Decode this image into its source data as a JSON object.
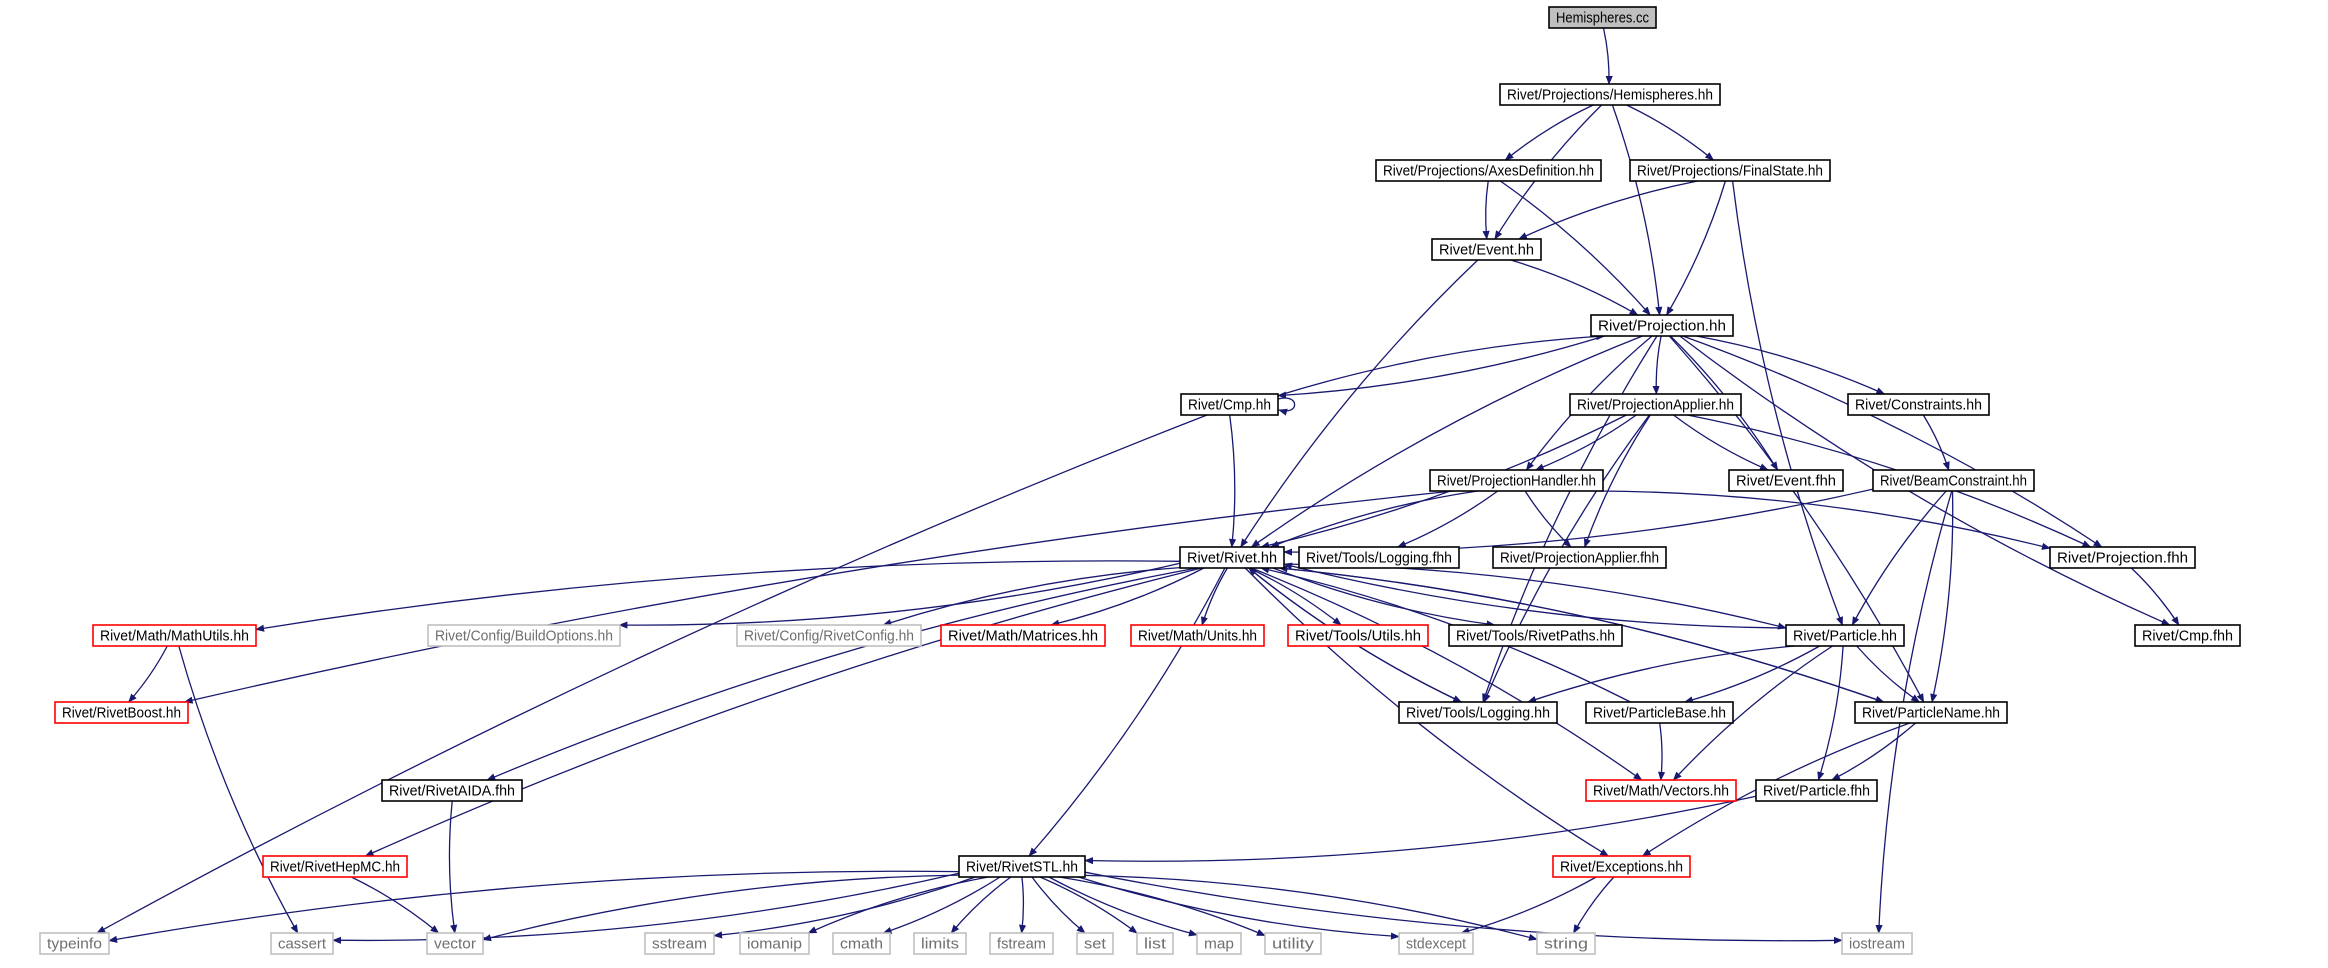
{
  "colors": {
    "edge": "#191970",
    "border_normal": "#000000",
    "border_missing": "#ff0000",
    "border_system": "#bfbfbf",
    "fill_root": "#bfbfbf",
    "fill_normal": "#ffffff"
  },
  "nodes": [
    {
      "id": "hemispheres_cc",
      "label": "Hemispheres.cc",
      "style": "root"
    },
    {
      "id": "hemispheres_hh",
      "label": "Rivet/Projections/Hemispheres.hh",
      "style": "normal"
    },
    {
      "id": "axesdefinition",
      "label": "Rivet/Projections/AxesDefinition.hh",
      "style": "normal"
    },
    {
      "id": "finalstate",
      "label": "Rivet/Projections/FinalState.hh",
      "style": "normal"
    },
    {
      "id": "event_hh",
      "label": "Rivet/Event.hh",
      "style": "normal"
    },
    {
      "id": "projection_hh",
      "label": "Rivet/Projection.hh",
      "style": "normal"
    },
    {
      "id": "cmp_hh",
      "label": "Rivet/Cmp.hh",
      "style": "normal"
    },
    {
      "id": "projectionapplier_hh",
      "label": "Rivet/ProjectionApplier.hh",
      "style": "normal"
    },
    {
      "id": "constraints_hh",
      "label": "Rivet/Constraints.hh",
      "style": "normal"
    },
    {
      "id": "projectionhandler_hh",
      "label": "Rivet/ProjectionHandler.hh",
      "style": "normal"
    },
    {
      "id": "event_fhh",
      "label": "Rivet/Event.fhh",
      "style": "normal"
    },
    {
      "id": "beamconstraint_hh",
      "label": "Rivet/BeamConstraint.hh",
      "style": "normal"
    },
    {
      "id": "rivet_hh",
      "label": "Rivet/Rivet.hh",
      "style": "normal"
    },
    {
      "id": "logging_fhh",
      "label": "Rivet/Tools/Logging.fhh",
      "style": "normal"
    },
    {
      "id": "projectionapplier_fhh",
      "label": "Rivet/ProjectionApplier.fhh",
      "style": "normal"
    },
    {
      "id": "projection_fhh",
      "label": "Rivet/Projection.fhh",
      "style": "normal"
    },
    {
      "id": "mathutils",
      "label": "Rivet/Math/MathUtils.hh",
      "style": "missing"
    },
    {
      "id": "buildoptions",
      "label": "Rivet/Config/BuildOptions.hh",
      "style": "system"
    },
    {
      "id": "rivetconfig",
      "label": "Rivet/Config/RivetConfig.hh",
      "style": "system"
    },
    {
      "id": "matrices",
      "label": "Rivet/Math/Matrices.hh",
      "style": "missing"
    },
    {
      "id": "units",
      "label": "Rivet/Math/Units.hh",
      "style": "missing"
    },
    {
      "id": "utils",
      "label": "Rivet/Tools/Utils.hh",
      "style": "missing"
    },
    {
      "id": "rivetpaths",
      "label": "Rivet/Tools/RivetPaths.hh",
      "style": "normal"
    },
    {
      "id": "particle_hh",
      "label": "Rivet/Particle.hh",
      "style": "normal"
    },
    {
      "id": "cmp_fhh",
      "label": "Rivet/Cmp.fhh",
      "style": "normal"
    },
    {
      "id": "rivetboost",
      "label": "Rivet/RivetBoost.hh",
      "style": "missing"
    },
    {
      "id": "logging_hh",
      "label": "Rivet/Tools/Logging.hh",
      "style": "normal"
    },
    {
      "id": "particlebase",
      "label": "Rivet/ParticleBase.hh",
      "style": "normal"
    },
    {
      "id": "particlename",
      "label": "Rivet/ParticleName.hh",
      "style": "normal"
    },
    {
      "id": "rivetaida",
      "label": "Rivet/RivetAIDA.fhh",
      "style": "normal"
    },
    {
      "id": "vectors",
      "label": "Rivet/Math/Vectors.hh",
      "style": "missing"
    },
    {
      "id": "particle_fhh",
      "label": "Rivet/Particle.fhh",
      "style": "normal"
    },
    {
      "id": "rivethepmc",
      "label": "Rivet/RivetHepMC.hh",
      "style": "missing"
    },
    {
      "id": "rivetstl",
      "label": "Rivet/RivetSTL.hh",
      "style": "normal"
    },
    {
      "id": "exceptions",
      "label": "Rivet/Exceptions.hh",
      "style": "missing"
    },
    {
      "id": "typeinfo",
      "label": "typeinfo",
      "style": "system"
    },
    {
      "id": "cassert",
      "label": "cassert",
      "style": "system"
    },
    {
      "id": "vector",
      "label": "vector",
      "style": "system"
    },
    {
      "id": "sstream",
      "label": "sstream",
      "style": "system"
    },
    {
      "id": "iomanip",
      "label": "iomanip",
      "style": "system"
    },
    {
      "id": "cmath",
      "label": "cmath",
      "style": "system"
    },
    {
      "id": "limits",
      "label": "limits",
      "style": "system"
    },
    {
      "id": "fstream",
      "label": "fstream",
      "style": "system"
    },
    {
      "id": "set",
      "label": "set",
      "style": "system"
    },
    {
      "id": "list",
      "label": "list",
      "style": "system"
    },
    {
      "id": "map",
      "label": "map",
      "style": "system"
    },
    {
      "id": "utility",
      "label": "utility",
      "style": "system"
    },
    {
      "id": "stdexcept",
      "label": "stdexcept",
      "style": "system"
    },
    {
      "id": "string",
      "label": "string",
      "style": "system"
    },
    {
      "id": "iostream",
      "label": "iostream",
      "style": "system"
    }
  ],
  "edges": [
    [
      "hemispheres_cc",
      "hemispheres_hh"
    ],
    [
      "hemispheres_hh",
      "axesdefinition"
    ],
    [
      "hemispheres_hh",
      "finalstate"
    ],
    [
      "hemispheres_hh",
      "event_hh"
    ],
    [
      "hemispheres_hh",
      "projection_hh"
    ],
    [
      "axesdefinition",
      "event_hh"
    ],
    [
      "axesdefinition",
      "projection_hh"
    ],
    [
      "finalstate",
      "event_hh"
    ],
    [
      "finalstate",
      "projection_hh"
    ],
    [
      "finalstate",
      "particle_hh"
    ],
    [
      "event_hh",
      "projection_hh"
    ],
    [
      "event_hh",
      "rivet_hh"
    ],
    [
      "projection_hh",
      "cmp_hh"
    ],
    [
      "projection_hh",
      "projectionapplier_hh"
    ],
    [
      "projection_hh",
      "constraints_hh"
    ],
    [
      "projection_hh",
      "projectionhandler_hh"
    ],
    [
      "projection_hh",
      "event_fhh"
    ],
    [
      "projection_hh",
      "rivet_hh"
    ],
    [
      "projection_hh",
      "projection_fhh"
    ],
    [
      "projection_hh",
      "cmp_fhh"
    ],
    [
      "projection_hh",
      "particlename"
    ],
    [
      "projection_hh",
      "logging_hh"
    ],
    [
      "cmp_hh",
      "projection_hh"
    ],
    [
      "cmp_hh",
      "cmp_hh"
    ],
    [
      "cmp_hh",
      "rivet_hh"
    ],
    [
      "cmp_hh",
      "typeinfo"
    ],
    [
      "projectionapplier_hh",
      "projectionhandler_hh"
    ],
    [
      "projectionapplier_hh",
      "event_fhh"
    ],
    [
      "projectionapplier_hh",
      "rivet_hh"
    ],
    [
      "projectionapplier_hh",
      "projectionapplier_fhh"
    ],
    [
      "projectionapplier_hh",
      "projection_fhh"
    ],
    [
      "projectionapplier_hh",
      "logging_hh"
    ],
    [
      "constraints_hh",
      "beamconstraint_hh"
    ],
    [
      "projectionhandler_hh",
      "rivet_hh"
    ],
    [
      "projectionhandler_hh",
      "logging_fhh"
    ],
    [
      "projectionhandler_hh",
      "projectionapplier_fhh"
    ],
    [
      "projectionhandler_hh",
      "projection_fhh"
    ],
    [
      "projectionhandler_hh",
      "rivetboost"
    ],
    [
      "beamconstraint_hh",
      "rivet_hh"
    ],
    [
      "beamconstraint_hh",
      "particle_hh"
    ],
    [
      "beamconstraint_hh",
      "particlename"
    ],
    [
      "beamconstraint_hh",
      "iostream"
    ],
    [
      "projection_fhh",
      "cmp_fhh"
    ],
    [
      "rivet_hh",
      "mathutils"
    ],
    [
      "rivet_hh",
      "buildoptions"
    ],
    [
      "rivet_hh",
      "rivetconfig"
    ],
    [
      "rivet_hh",
      "matrices"
    ],
    [
      "rivet_hh",
      "units"
    ],
    [
      "rivet_hh",
      "utils"
    ],
    [
      "rivet_hh",
      "rivetpaths"
    ],
    [
      "rivet_hh",
      "particle_hh"
    ],
    [
      "rivet_hh",
      "logging_hh"
    ],
    [
      "rivet_hh",
      "particlename"
    ],
    [
      "rivet_hh",
      "rivetaida"
    ],
    [
      "rivet_hh",
      "vectors"
    ],
    [
      "rivet_hh",
      "rivethepmc"
    ],
    [
      "rivet_hh",
      "rivetstl"
    ],
    [
      "rivet_hh",
      "exceptions"
    ],
    [
      "mathutils",
      "rivetboost"
    ],
    [
      "mathutils",
      "cassert"
    ],
    [
      "particle_hh",
      "rivet_hh"
    ],
    [
      "particle_hh",
      "logging_hh"
    ],
    [
      "particle_hh",
      "particlebase"
    ],
    [
      "particle_hh",
      "particlename"
    ],
    [
      "particle_hh",
      "particle_fhh"
    ],
    [
      "particle_hh",
      "vectors"
    ],
    [
      "logging_hh",
      "rivet_hh"
    ],
    [
      "particlebase",
      "rivet_hh"
    ],
    [
      "particlebase",
      "vectors"
    ],
    [
      "particlename",
      "rivet_hh"
    ],
    [
      "particlename",
      "particle_fhh"
    ],
    [
      "particlename",
      "exceptions"
    ],
    [
      "particle_fhh",
      "rivetstl"
    ],
    [
      "rivetaida",
      "vector"
    ],
    [
      "rivethepmc",
      "vector"
    ],
    [
      "rivetstl",
      "typeinfo"
    ],
    [
      "rivetstl",
      "cassert"
    ],
    [
      "rivetstl",
      "vector"
    ],
    [
      "rivetstl",
      "sstream"
    ],
    [
      "rivetstl",
      "iomanip"
    ],
    [
      "rivetstl",
      "cmath"
    ],
    [
      "rivetstl",
      "limits"
    ],
    [
      "rivetstl",
      "fstream"
    ],
    [
      "rivetstl",
      "set"
    ],
    [
      "rivetstl",
      "list"
    ],
    [
      "rivetstl",
      "map"
    ],
    [
      "rivetstl",
      "utility"
    ],
    [
      "rivetstl",
      "stdexcept"
    ],
    [
      "rivetstl",
      "string"
    ],
    [
      "rivetstl",
      "iostream"
    ],
    [
      "exceptions",
      "stdexcept"
    ],
    [
      "exceptions",
      "string"
    ]
  ]
}
